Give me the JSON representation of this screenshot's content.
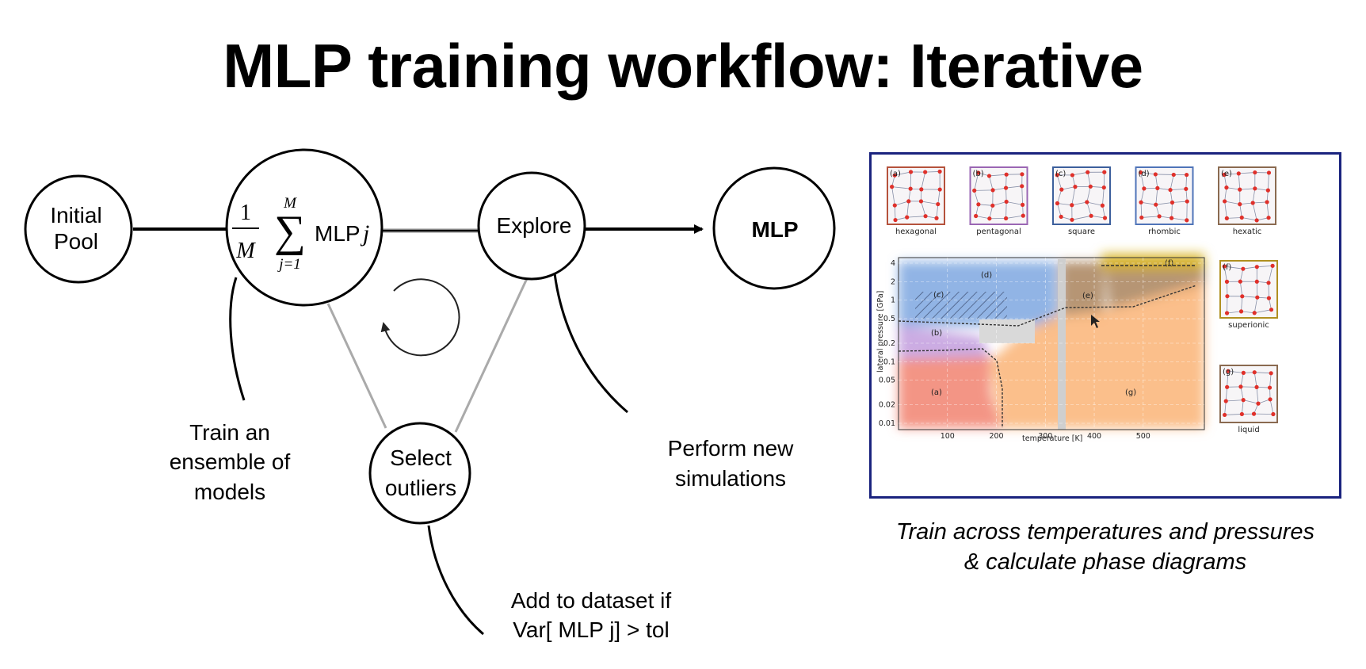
{
  "title": "MLP training workflow: Iterative",
  "nodes": {
    "initial_pool": [
      "Initial",
      "Pool"
    ],
    "ensemble": {
      "frac_num": "1",
      "frac_den": "M",
      "sum_top": "M",
      "sum_symbol": "∑",
      "sum_bottom": "j=1",
      "mlp_text": "MLP",
      "mlp_var": "j"
    },
    "explore": "Explore",
    "mlp": "MLP",
    "select_outliers": [
      "Select",
      "outliers"
    ]
  },
  "captions": {
    "train": [
      "Train an",
      "ensemble of",
      "models"
    ],
    "perform": [
      "Perform new",
      "simulations"
    ],
    "add": [
      "Add to dataset if",
      "Var[ MLP j] > tol"
    ]
  },
  "figure": {
    "tiles": [
      {
        "tag": "(a)",
        "label": "hexagonal",
        "color": "#b5523c"
      },
      {
        "tag": "(b)",
        "label": "pentagonal",
        "color": "#9a66b3"
      },
      {
        "tag": "(c)",
        "label": "square",
        "color": "#3c5f9c"
      },
      {
        "tag": "(d)",
        "label": "rhombic",
        "color": "#4f74b8"
      },
      {
        "tag": "(e)",
        "label": "hexatic",
        "color": "#8a6a50"
      }
    ],
    "side_tiles": [
      {
        "tag": "(f)",
        "label": "superionic",
        "color": "#b09020"
      },
      {
        "tag": "(g)",
        "label": "liquid",
        "color": "#8a6a50"
      }
    ],
    "regions": [
      "(a)",
      "(b)",
      "(c)",
      "(d)",
      "(e)",
      "(f)",
      "(g)"
    ],
    "y_ticks": [
      "4",
      "2",
      "1",
      "0.5",
      "0.2",
      "0.1",
      "0.05",
      "0.02",
      "0.01"
    ],
    "x_ticks": [
      "100",
      "200",
      "300",
      "400",
      "500"
    ],
    "y_label": "lateral pressure [GPa]",
    "x_label": "temperature [K]",
    "caption": [
      "Train across temperatures and pressures",
      "&  calculate phase diagrams"
    ]
  }
}
